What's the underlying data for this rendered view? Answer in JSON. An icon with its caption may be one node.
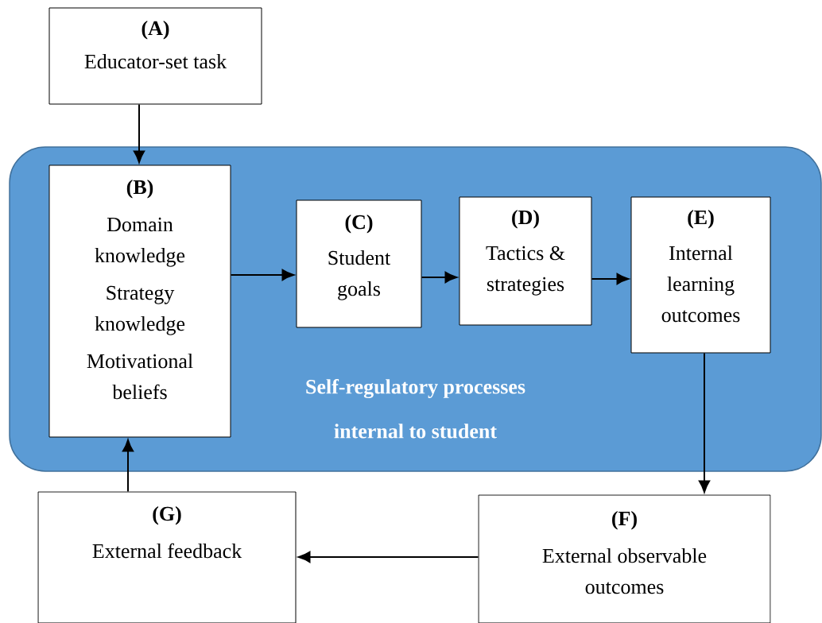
{
  "diagram": {
    "nodes": [
      {
        "text": [
          "(A)",
          "Educator-set task"
        ]
      },
      {
        "text": [
          "Self-regulatory processes internal to student"
        ]
      },
      {
        "text": [
          "(B)",
          "Domain knowledge",
          "Strategy knowledge",
          "Motivational beliefs"
        ],
        "in": 1
      },
      {
        "text": [
          "(C)",
          "Student goals"
        ],
        "in": 1
      },
      {
        "text": [
          "(D)",
          "Tactics & strategies"
        ],
        "in": 1
      },
      {
        "text": [
          "(E)",
          "Internal learning outcomes"
        ],
        "in": 1
      },
      {
        "text": [
          "(G)",
          "External feedback"
        ]
      },
      {
        "text": [
          "(F)",
          "External observable outcomes"
        ]
      }
    ],
    "edges": [
      {
        "from": 0,
        "to": 2,
        "arrow": "to"
      },
      {
        "from": 2,
        "to": 3,
        "arrow": "to"
      },
      {
        "from": 3,
        "to": 4,
        "arrow": "to"
      },
      {
        "from": 4,
        "to": 5,
        "arrow": "to"
      },
      {
        "from": 5,
        "to": 7,
        "arrow": "to"
      },
      {
        "from": 7,
        "to": 6,
        "arrow": "to"
      },
      {
        "from": 6,
        "to": 2,
        "arrow": "to"
      }
    ]
  }
}
